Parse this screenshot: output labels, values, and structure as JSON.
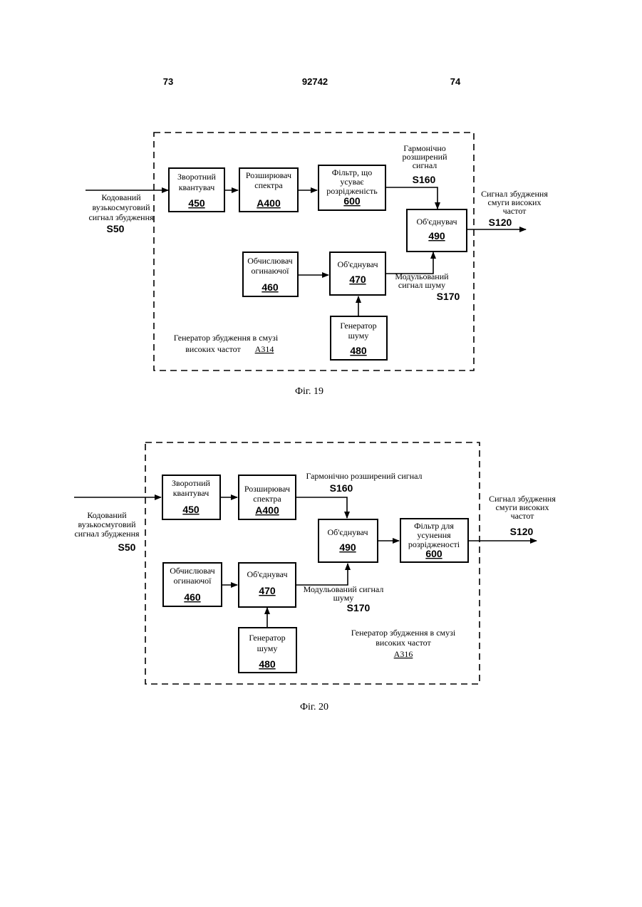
{
  "header": {
    "left_page": "73",
    "center": "92742",
    "right_page": "74"
  },
  "fig19": {
    "caption": "Фіг. 19",
    "input_text": [
      "Кодований",
      "вузькосмуговий",
      "сигнал збудження"
    ],
    "input_signal": "S50",
    "harmonic_text": [
      "Гармонічно",
      "розширений",
      "сигнал"
    ],
    "harmonic_signal": "S160",
    "output_text": [
      "Сигнал збудження",
      "смуги високих",
      "частот"
    ],
    "output_signal": "S120",
    "noise_text": [
      "Модульований",
      "сигнал шуму"
    ],
    "noise_signal": "S170",
    "generator_text": [
      "Генератор збудження в смузі",
      "високих частот"
    ],
    "generator_id": "A314",
    "blocks": {
      "quantizer": {
        "lines": [
          "Зворотний",
          "квантувач"
        ],
        "number": "450"
      },
      "expander": {
        "lines": [
          "Розширювач",
          "спектра"
        ],
        "number": "A400"
      },
      "filter": {
        "lines": [
          "Фільтр, що",
          "усуває",
          "розрідженість"
        ],
        "number": "600"
      },
      "combiner_out": {
        "lines": [
          "Об'єднувач"
        ],
        "number": "490"
      },
      "envelope": {
        "lines": [
          "Обчислювач",
          "огинаючої"
        ],
        "number": "460"
      },
      "combiner_noise": {
        "lines": [
          "Об'єднувач"
        ],
        "number": "470"
      },
      "noise_gen": {
        "lines": [
          "Генератор",
          "шуму"
        ],
        "number": "480"
      }
    }
  },
  "fig20": {
    "caption": "Фіг. 20",
    "input_text": [
      "Кодований",
      "вузькосмуговий",
      "сигнал збудження"
    ],
    "input_signal": "S50",
    "harmonic_text": [
      "Гармонічно розширений сигнал"
    ],
    "harmonic_signal": "S160",
    "output_text": [
      "Сигнал збудження",
      "смуги високих",
      "частот"
    ],
    "output_signal": "S120",
    "noise_text": [
      "Модульований сигнал",
      "шуму"
    ],
    "noise_signal": "S170",
    "generator_text": [
      "Генератор збудження в смузі",
      "високих частот"
    ],
    "generator_id": "A316",
    "blocks": {
      "quantizer": {
        "lines": [
          "Зворотний",
          "квантувач"
        ],
        "number": "450"
      },
      "expander": {
        "lines": [
          "Розширювач",
          "спектра"
        ],
        "number": "A400"
      },
      "combiner_out": {
        "lines": [
          "Об'єднувач"
        ],
        "number": "490"
      },
      "filter": {
        "lines": [
          "Фільтр для",
          "усунення",
          "розрідженості"
        ],
        "number": "600"
      },
      "envelope": {
        "lines": [
          "Обчислювач",
          "огинаючої"
        ],
        "number": "460"
      },
      "combiner_noise": {
        "lines": [
          "Об'єднувач"
        ],
        "number": "470"
      },
      "noise_gen": {
        "lines": [
          "Генератор",
          "шуму"
        ],
        "number": "480"
      }
    }
  }
}
